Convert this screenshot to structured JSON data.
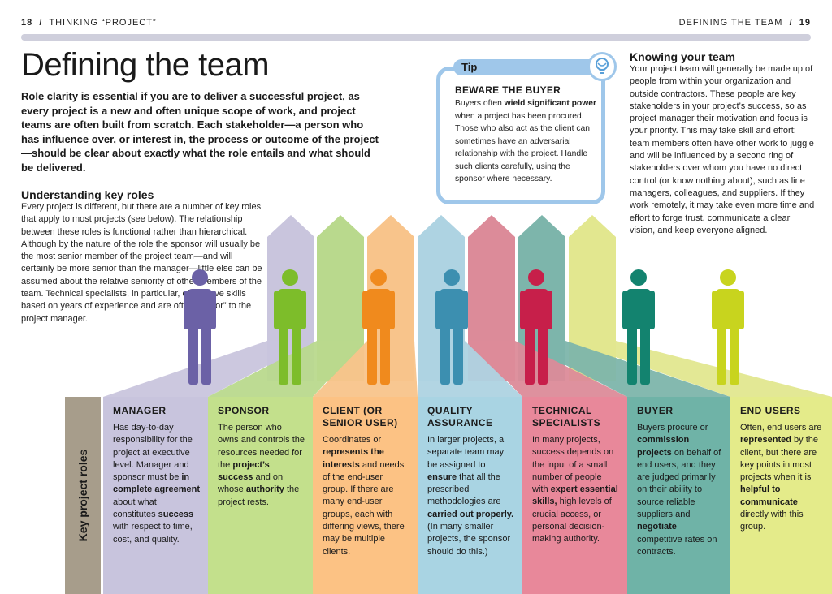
{
  "header": {
    "left_page_number": "18",
    "left_sep": "/",
    "left_running": "THINKING “PROJECT”",
    "right_running": "DEFINING THE TEAM",
    "right_sep": "/",
    "right_page_number": "19"
  },
  "title": "Defining the team",
  "intro": "Role clarity is essential if you are to deliver a successful project, as every project is a new and often unique scope of work, and project teams are often built from scratch. Each stakeholder—a person who has influence over, or interest in, the process or outcome of the project—should be clear about exactly what the role entails and what should be delivered.",
  "understanding": {
    "title": "Understanding key roles",
    "body": "Every project is different, but there are a number of key roles that apply to most projects (see below). The relationship between these roles is functional rather than hierarchical. Although by the nature of the role the sponsor will usually be the most senior member of the project team—and will certainly be more senior than the manager—little else can be assumed about the relative seniority of other members of the team. Technical specialists, in particular, often have skills based on years of experience and are often “senior” to the project manager."
  },
  "tip": {
    "label": "Tip",
    "heading": "BEWARE THE BUYER",
    "body": [
      {
        "t": "Buyers often "
      },
      {
        "t": "wield significant power",
        "b": true
      },
      {
        "t": " when a project has been procured. Those who also act as the client can sometimes have an adversarial relationship with the project. Handle such clients carefully, using the sponsor where necessary."
      }
    ]
  },
  "knowing": {
    "title": "Knowing your team",
    "body": "Your project team will generally be made up of people from within your organization and outside contractors. These people are key stakeholders in your project’s success, so as project manager their motivation and focus is your priority. This may take skill and effort: team members often have other work to juggle and will be influenced by a second ring of stakeholders over whom you have no direct control (or know nothing about), such as line managers, colleagues, and suppliers. If they work remotely, it may take even more time and effort to forge trust, communicate a clear vision, and keep everyone aligned."
  },
  "key_roles_label": "Key project roles",
  "roles": [
    {
      "name": "MANAGER",
      "color": "#c8c4dd",
      "arrow_color": "#c9c5dd",
      "figure_color": "#6b61a6",
      "desc": [
        {
          "t": "Has day-to-day responsibility for the project at executive level. Manager and sponsor must be "
        },
        {
          "t": "in complete agreement",
          "b": true
        },
        {
          "t": " about what constitutes "
        },
        {
          "t": "success",
          "b": true
        },
        {
          "t": " with respect to time, cost, and quality."
        }
      ]
    },
    {
      "name": "SPONSOR",
      "color": "#c3e08c",
      "arrow_color": "#b9d98d",
      "figure_color": "#7dbd2a",
      "desc": [
        {
          "t": "The person who owns and controls the resources needed for the "
        },
        {
          "t": "project’s success",
          "b": true
        },
        {
          "t": " and on whose "
        },
        {
          "t": "authority",
          "b": true
        },
        {
          "t": " the project rests."
        }
      ]
    },
    {
      "name": "CLIENT (OR SENIOR USER)",
      "color": "#fcc284",
      "arrow_color": "#f8c48b",
      "figure_color": "#f08a1d",
      "desc": [
        {
          "t": "Coordinates or "
        },
        {
          "t": "represents the interests",
          "b": true
        },
        {
          "t": " and needs of the end-user group. If there are many end-user groups, each with differing views, there may be multiple clients."
        }
      ]
    },
    {
      "name": "QUALITY ASSURANCE",
      "color": "#a9d4e3",
      "arrow_color": "#aed3e2",
      "figure_color": "#3c8fb0",
      "desc": [
        {
          "t": "In larger projects, a separate team may be assigned to "
        },
        {
          "t": "ensure",
          "b": true
        },
        {
          "t": " that all the prescribed methodologies are "
        },
        {
          "t": "carried out properly.",
          "b": true
        },
        {
          "t": " (In many smaller projects, the sponsor should do this.)"
        }
      ]
    },
    {
      "name": "TECHNICAL SPECIALISTS",
      "color": "#e8889a",
      "arrow_color": "#dc8b99",
      "figure_color": "#c71f4a",
      "desc": [
        {
          "t": "In many projects, success depends on the input of a small number of people with "
        },
        {
          "t": "expert essential skills,",
          "b": true
        },
        {
          "t": " high levels of crucial access, or personal decision-making authority."
        }
      ]
    },
    {
      "name": "BUYER",
      "color": "#6fb3a7",
      "arrow_color": "#7db5ab",
      "figure_color": "#13836f",
      "desc": [
        {
          "t": "Buyers procure or "
        },
        {
          "t": "commission projects",
          "b": true
        },
        {
          "t": " on behalf of end users, and they are judged primarily on their ability to source reliable suppliers and "
        },
        {
          "t": "negotiate",
          "b": true
        },
        {
          "t": " competitive rates on contracts."
        }
      ]
    },
    {
      "name": "END USERS",
      "color": "#e4eb8a",
      "arrow_color": "#e2e78f",
      "figure_color": "#c8d41e",
      "desc": [
        {
          "t": "Often, end users are "
        },
        {
          "t": "represented",
          "b": true
        },
        {
          "t": " by the client, but there are key points in most projects when it is "
        },
        {
          "t": "helpful to communicate",
          "b": true
        },
        {
          "t": " directly with this group."
        }
      ]
    }
  ]
}
